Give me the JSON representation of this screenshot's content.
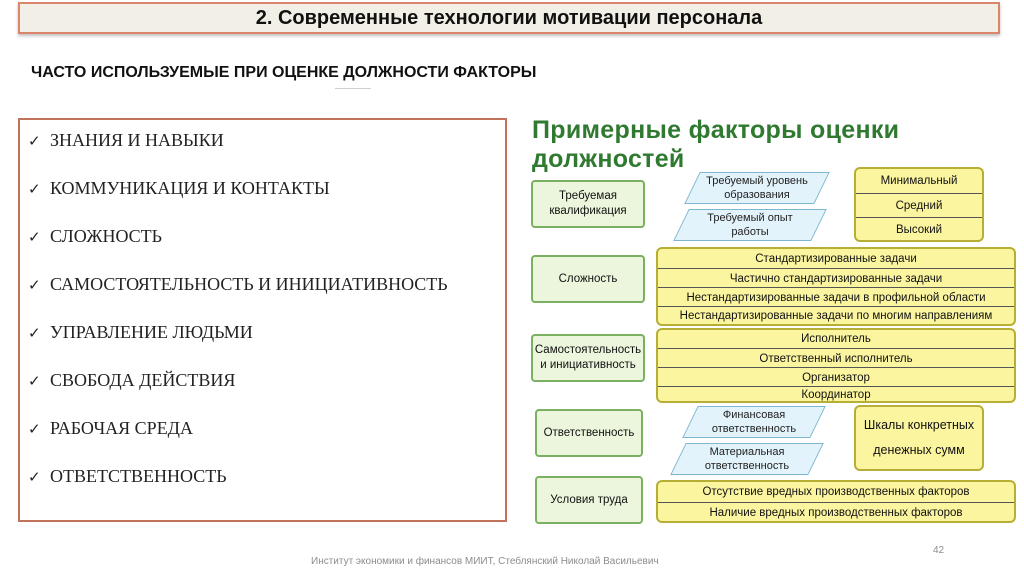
{
  "slide": {
    "title": "2. Современные технологии мотивации персонала",
    "subtitle": "ЧАСТО ИСПОЛЬЗУЕМЫЕ ПРИ ОЦЕНКЕ ДОЛЖНОСТИ ФАКТОРЫ",
    "check_icon": "✓",
    "factors": [
      "ЗНАНИЯ И НАВЫКИ",
      "КОММУНИКАЦИЯ И КОНТАКТЫ",
      "СЛОЖНОСТЬ",
      "САМОСТОЯТЕЛЬНОСТЬ И ИНИЦИАТИВНОСТЬ",
      "УПРАВЛЕНИЕ ЛЮДЬМИ",
      "СВОБОДА ДЕЙСТВИЯ",
      "РАБОЧАЯ СРЕДА",
      "ОТВЕТСТВЕННОСТЬ"
    ],
    "footer": "Институт экономики и финансов МИИТ, Стеблянский Николай Васильевич",
    "page_number": "42"
  },
  "diagram": {
    "title_line1": "Примерные факторы оценки",
    "title_line2": "должностей",
    "categories": {
      "qualification_1": "Требуемая",
      "qualification_2": "квалификация",
      "complexity": "Сложность",
      "independence_1": "Самостоятельность",
      "independence_2": "и инициативность",
      "responsibility": "Ответственность",
      "conditions": "Условия труда"
    },
    "parallelograms": {
      "education_1": "Требуемый уровень",
      "education_2": "образования",
      "experience_1": "Требуемый опыт",
      "experience_2": "работы",
      "financial_1": "Финансовая",
      "financial_2": "ответственность",
      "material_1": "Материальная",
      "material_2": "ответственность"
    },
    "levels": [
      "Минимальный",
      "Средний",
      "Высокий"
    ],
    "complexity_levels": [
      "Стандартизированные задачи",
      "Частично стандартизированные задачи",
      "Нестандартизированные задачи в профильной области",
      "Нестандартизированные задачи по многим направлениям"
    ],
    "roles": [
      "Исполнитель",
      "Ответственный исполнитель",
      "Организатор",
      "Координатор"
    ],
    "money_scale_1": "Шкалы конкретных",
    "money_scale_2": "денежных сумм",
    "conditions_levels": [
      "Отсутствие вредных производственных факторов",
      "Наличие вредных производственных факторов"
    ],
    "colors": {
      "category_fill": "#ecf6dc",
      "category_border": "#7ab062",
      "parallelogram_fill": "#e2f3fb",
      "yellow_fill": "#fbf5a0",
      "title_green": "#2f7a30"
    }
  }
}
